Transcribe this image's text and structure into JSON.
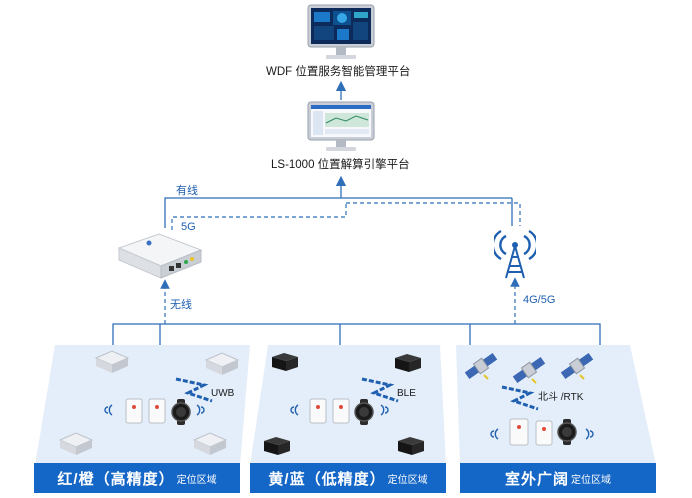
{
  "top_monitor_label": "WDF 位置服务智能管理平台",
  "mid_monitor_label": "LS-1000 位置解算引擎平台",
  "link_wired": "有线",
  "link_5g": "5G",
  "link_wireless": "无线",
  "link_4g5g": "4G/5G",
  "zones": [
    {
      "title_main": "红/橙（高精度）",
      "title_sub": "定位区域",
      "tech": "UWB"
    },
    {
      "title_main": "黄/蓝（低精度）",
      "title_sub": "定位区域",
      "tech": "BLE"
    },
    {
      "title_main": "室外广阔",
      "title_sub": "定位区域",
      "tech": "北斗 /RTK"
    }
  ],
  "colors": {
    "primary": "#1466c7",
    "line": "#2f6eb8",
    "zone_bg": "#e4eefa"
  }
}
